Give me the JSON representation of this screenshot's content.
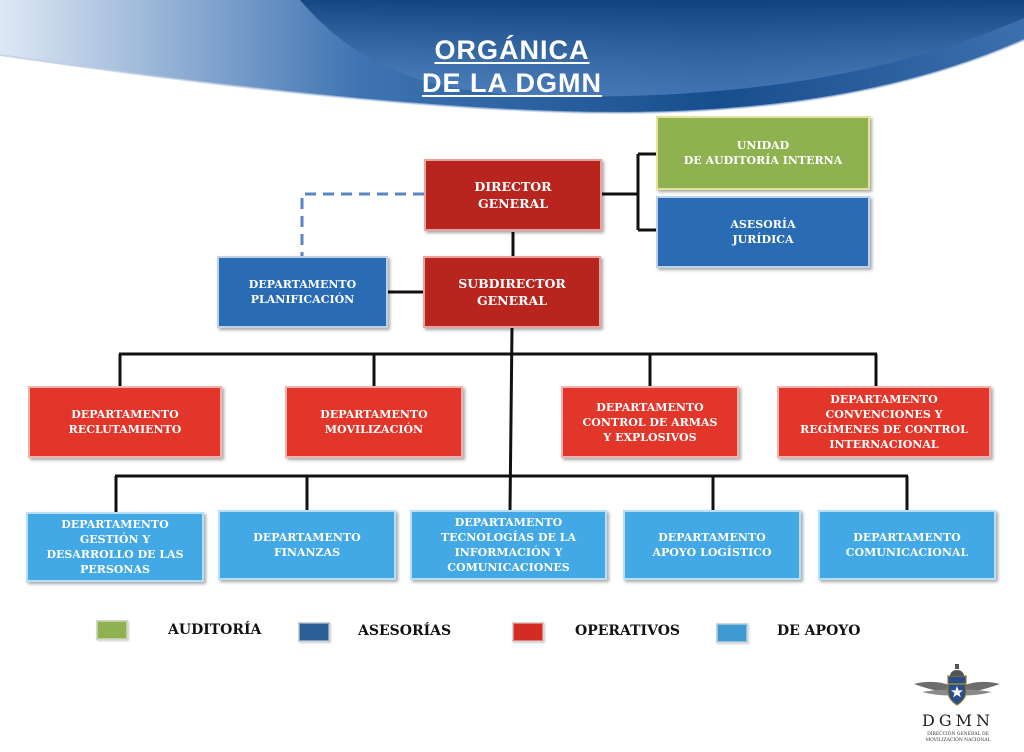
{
  "title": {
    "line1": "ORGÁNICA",
    "line2": "DE LA DGMN"
  },
  "boxes": {
    "auditoria": "UNIDAD\nDE AUDITORÍA INTERNA",
    "asesoria": "ASESORÍA\nJURÍDICA",
    "director": "DIRECTOR\nGENERAL",
    "subdirector": "SUBDIRECTOR\nGENERAL",
    "planificacion": "DEPARTAMENTO\nPLANIFICACIÓN",
    "reclutamiento": "DEPARTAMENTO\nRECLUTAMIENTO",
    "movilizacion": "DEPARTAMENTO\nMOVILIZACIÓN",
    "control_armas": "DEPARTAMENTO\nCONTROL DE ARMAS\nY EXPLOSIVOS",
    "convenciones": "DEPARTAMENTO\nCONVENCIONES Y\nREGÍMENES DE CONTROL\nINTERNACIONAL",
    "gestion": "DEPARTAMENTO\nGESTIÓN Y\nDESARROLLO DE LAS\nPERSONAS",
    "finanzas": "DEPARTAMENTO\nFINANZAS",
    "tecnologias": "DEPARTAMENTO\nTECNOLOGÍAS DE LA\nINFORMACIÓN Y\nCOMUNICACIONES",
    "apoyo_logistico": "DEPARTAMENTO\nAPOYO LOGÍSTICO",
    "comunicacional": "DEPARTAMENTO\nCOMUNICACIONAL"
  },
  "legend": [
    {
      "label": "AUDITORÍA",
      "color": "#8db24f"
    },
    {
      "label": "ASESORÍAS",
      "color": "#2c5f97"
    },
    {
      "label": "OPERATIVOS",
      "color": "#d42b22"
    },
    {
      "label": "DE APOYO",
      "color": "#3e9ad0"
    }
  ],
  "logo": {
    "wordmark": "DGMN",
    "subtitle": "DIRECCIÓN GENERAL DE\nMOVILIZACIÓN NACIONAL"
  },
  "colors": {
    "auditoria": "#8db24f",
    "asesorias": "#2a6cb3",
    "direccion": "#b8251f",
    "operativos": "#e3362b",
    "apoyo": "#42a9e6",
    "banner": "#1f5a98"
  }
}
